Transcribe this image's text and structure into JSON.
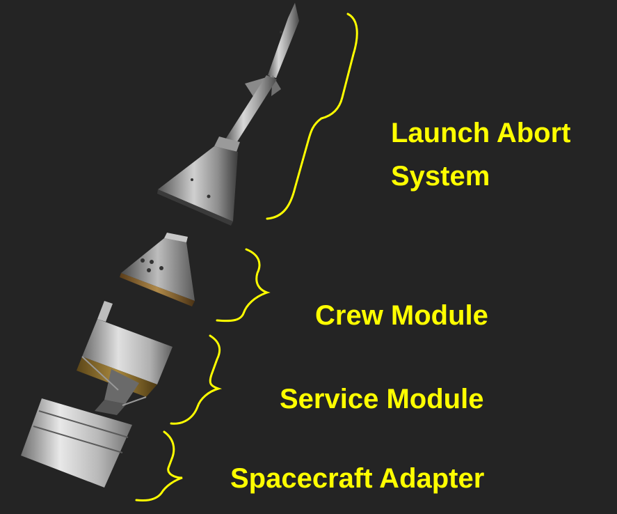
{
  "colors": {
    "background": "#242424",
    "label": "#ffff00",
    "brace": "#ffff00"
  },
  "labels": {
    "launch_abort_line1": "Launch Abort",
    "launch_abort_line2": "System",
    "crew_module": "Crew Module",
    "service_module": "Service Module",
    "spacecraft_adapter": "Spacecraft Adapter"
  }
}
